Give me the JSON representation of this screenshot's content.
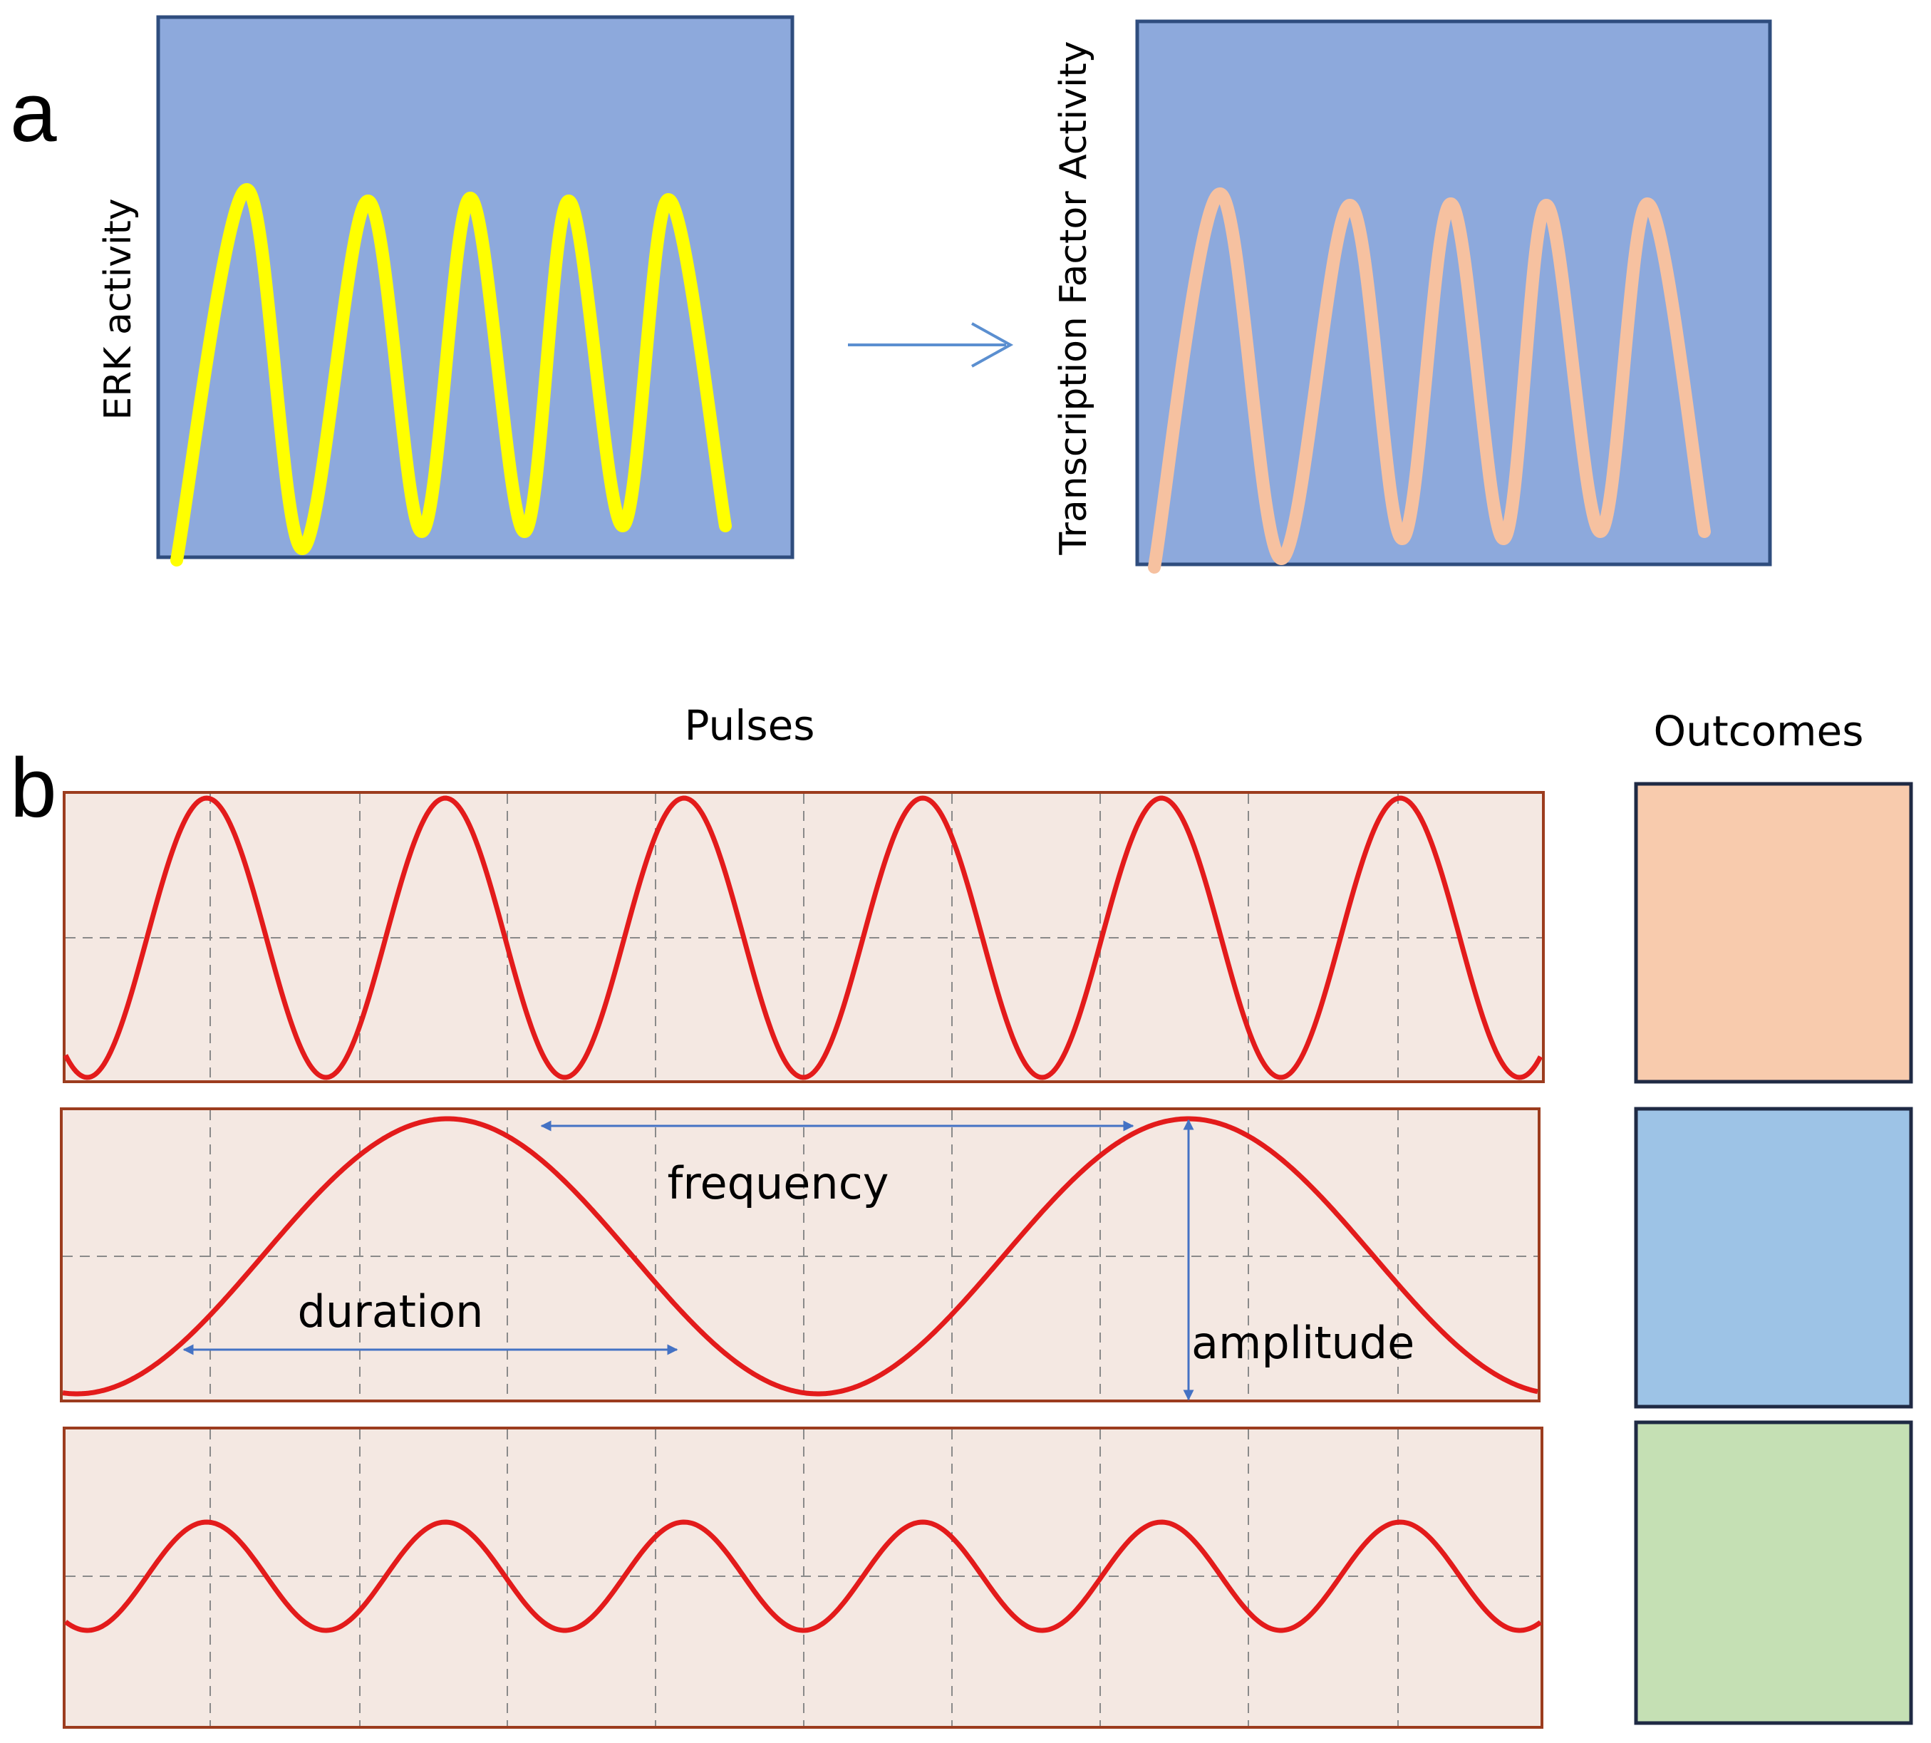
{
  "panel_a": {
    "letter": "a",
    "left_plot": {
      "ylabel": "ERK activity",
      "bg": "#8da9dc",
      "border": "#2f4d7e",
      "wave_color": "#ffff00"
    },
    "right_plot": {
      "ylabel": "Transcription  Factor  Activity",
      "bg": "#8da9dc",
      "border": "#2f4d7e",
      "wave_color": "#f6c1a0"
    },
    "arrow_color": "#5b8fd0"
  },
  "panel_b": {
    "letter": "b",
    "pulses_heading": "Pulses",
    "outcomes_heading": "Outcomes",
    "strip_bg": "#f4e8e2",
    "strip_border": "#9c3c1e",
    "wave_color": "#e31b1b",
    "grid_color": "#8a8a8a",
    "annotation_color": "#4472c4",
    "annotations": {
      "frequency": "frequency",
      "duration": "duration",
      "amplitude": "amplitude"
    },
    "outcome_colors": [
      "#f8cbad",
      "#9dc3e6",
      "#c5e0b4"
    ],
    "outcome_border": "#1f2a44"
  }
}
